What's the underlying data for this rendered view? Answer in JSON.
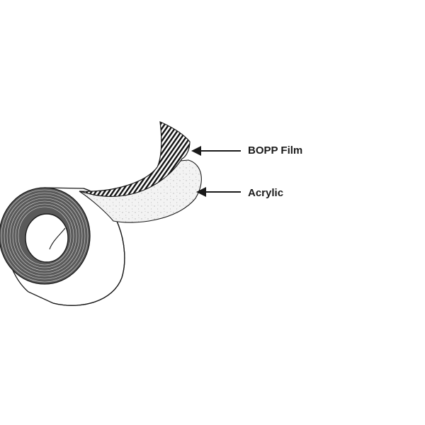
{
  "diagram": {
    "callouts": [
      {
        "id": "bopp-film",
        "label": "BOPP Film"
      },
      {
        "id": "acrylic",
        "label": "Acrylic"
      }
    ]
  },
  "colors": {
    "background": "#ffffff",
    "ink": "#1a1a1a",
    "roll_shade": "#555555"
  }
}
